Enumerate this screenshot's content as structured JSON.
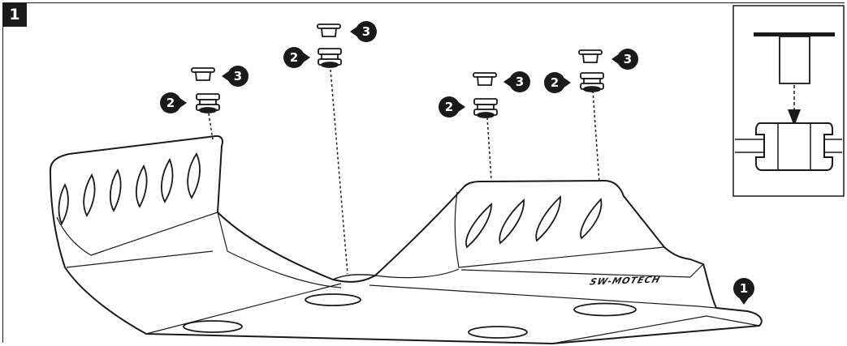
{
  "step_number": "1",
  "brand_text": "SW-MOTECH",
  "callouts": {
    "part_1": "1",
    "part_2": "2",
    "part_3": "3"
  },
  "colors": {
    "ink": "#1a1a1a",
    "background": "#ffffff"
  }
}
